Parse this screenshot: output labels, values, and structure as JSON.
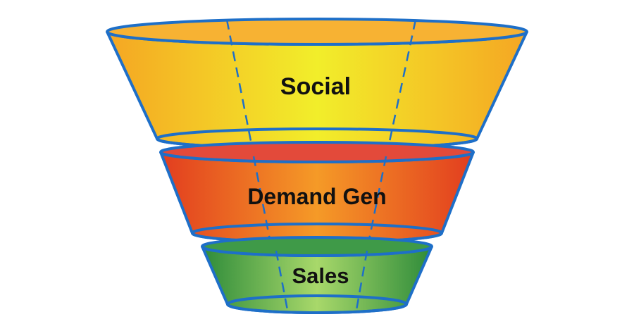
{
  "funnel": {
    "stages": [
      {
        "label": "Social",
        "colors": {
          "edge": "#f5a623",
          "center": "#f2ee2a",
          "top_ellipse": "#f7a52a",
          "bottom_ellipse": "#f6e33a"
        }
      },
      {
        "label": "Demand Gen",
        "colors": {
          "edge": "#e23d1f",
          "center": "#f59a27",
          "top_ellipse": "#e8473a",
          "bottom_ellipse": "#f07a32"
        }
      },
      {
        "label": "Sales",
        "colors": {
          "edge": "#2e8b3a",
          "center": "#a8d86a",
          "top_ellipse": "#3a9a46",
          "bottom_ellipse": "#7cc85e"
        }
      }
    ],
    "outline_color": "#1e6fc8"
  }
}
